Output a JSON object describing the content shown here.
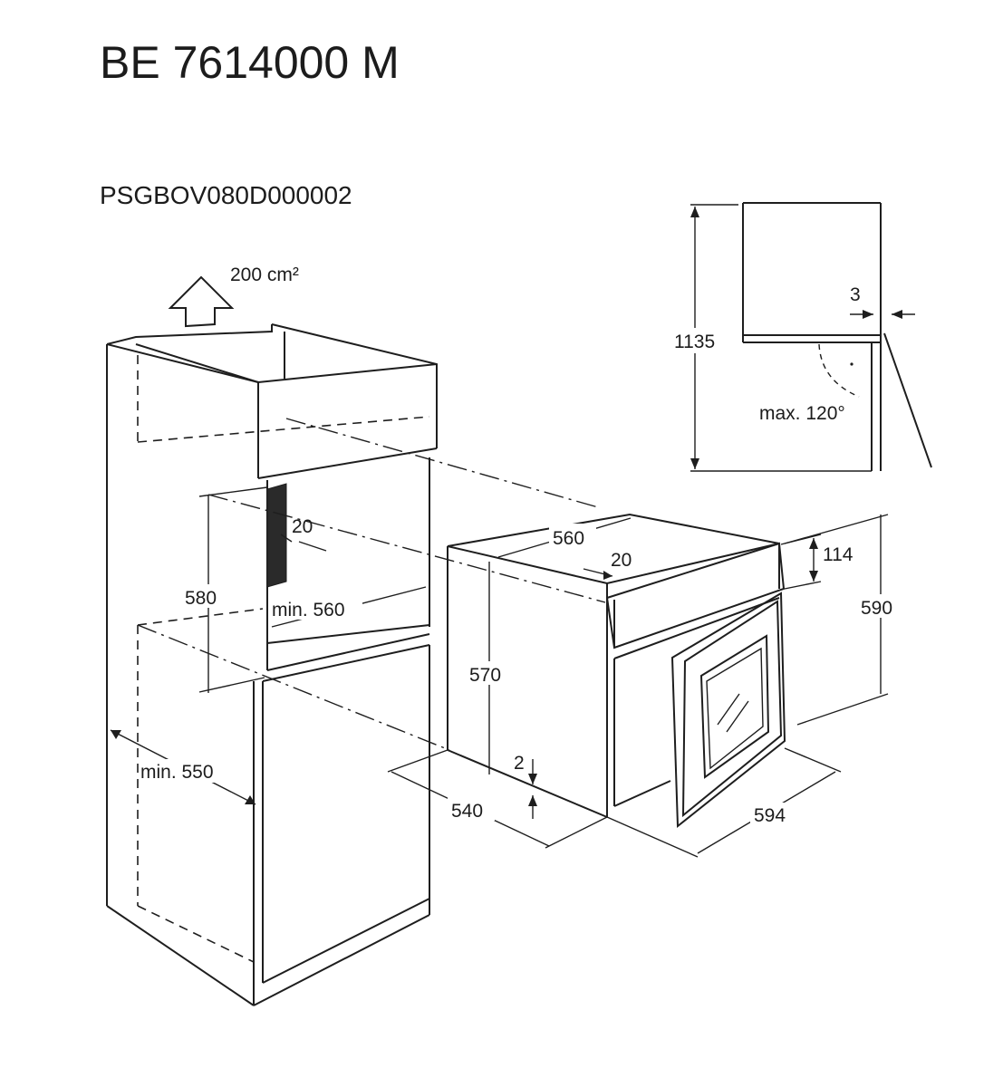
{
  "title": "BE 7614000 M",
  "document_code": "PSGBOV080D000002",
  "ventilation": {
    "label": "200 cm²",
    "icon": "arrow-up-icon"
  },
  "niche_dimensions": {
    "gap": "20",
    "height": "580",
    "min_width": "min. 560",
    "min_depth": "min. 550"
  },
  "oven_dimensions": {
    "top_width": "560",
    "panel_offset": "20",
    "panel_height": "114",
    "total_height": "590",
    "body_height": "570",
    "bottom_gap": "2",
    "depth": "540",
    "front_width": "594"
  },
  "door_detail": {
    "height": "1135",
    "clearance": "3",
    "opening_angle": "max. 120°"
  }
}
